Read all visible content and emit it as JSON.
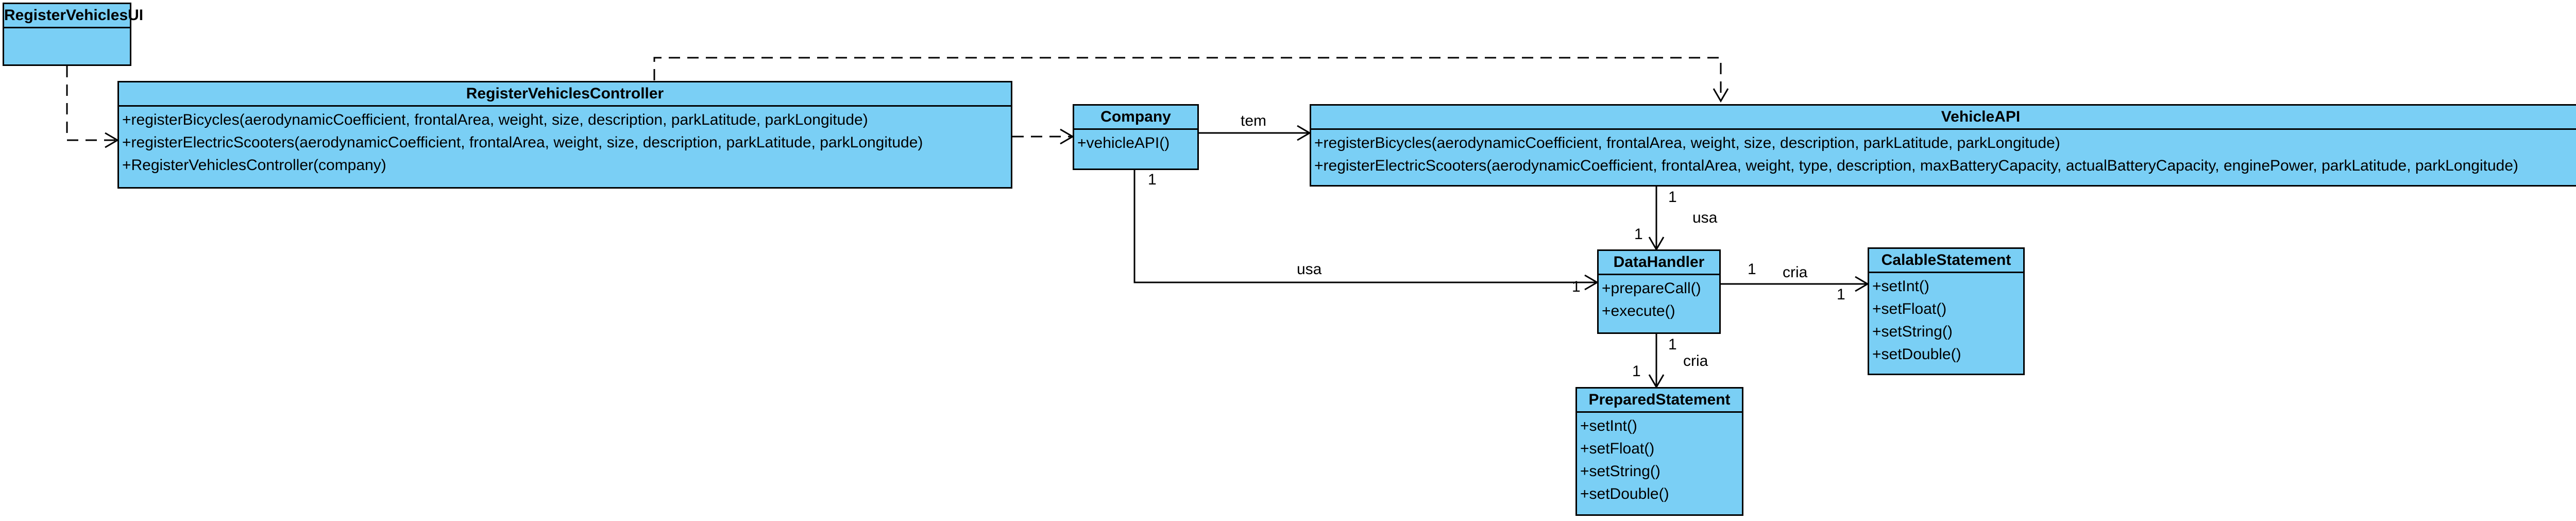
{
  "diagram": {
    "classes": {
      "ui": {
        "name": "RegisterVehiclesUI",
        "methods": []
      },
      "controller": {
        "name": "RegisterVehiclesController",
        "methods": [
          "+registerBicycles(aerodynamicCoefficient, frontalArea, weight, size, description, parkLatitude, parkLongitude)",
          "+registerElectricScooters(aerodynamicCoefficient, frontalArea, weight, size, description, parkLatitude, parkLongitude)",
          "+RegisterVehiclesController(company)"
        ]
      },
      "company": {
        "name": "Company",
        "methods": [
          "+vehicleAPI()"
        ]
      },
      "vehicleapi": {
        "name": "VehicleAPI",
        "methods": [
          "+registerBicycles(aerodynamicCoefficient, frontalArea, weight, size, description, parkLatitude, parkLongitude)",
          "+registerElectricScooters(aerodynamicCoefficient, frontalArea, weight, type, description, maxBatteryCapacity, actualBatteryCapacity, enginePower, parkLatitude, parkLongitude)"
        ]
      },
      "datahandler": {
        "name": "DataHandler",
        "methods": [
          "+prepareCall()",
          "+execute()"
        ]
      },
      "callable": {
        "name": "CalableStatement",
        "methods": [
          "+setInt()",
          "+setFloat()",
          "+setString()",
          "+setDouble()"
        ]
      },
      "prepared": {
        "name": "PreparedStatement",
        "methods": [
          "+setInt()",
          "+setFloat()",
          "+setString()",
          "+setDouble()"
        ]
      }
    },
    "relations": {
      "company_vehicleapi": {
        "label": "tem"
      },
      "vehicleapi_datahandler": {
        "label": "usa",
        "source_mult": "1",
        "target_mult": "1"
      },
      "company_datahandler": {
        "label": "usa",
        "source_mult": "1",
        "target_mult": "1"
      },
      "datahandler_callable": {
        "label": "cria",
        "source_mult": "1",
        "target_mult": "1"
      },
      "datahandler_prepared": {
        "label": "cria",
        "source_mult": "1",
        "target_mult": "1"
      }
    },
    "colors": {
      "class_fill": "#7acff5",
      "line": "#000000"
    }
  }
}
